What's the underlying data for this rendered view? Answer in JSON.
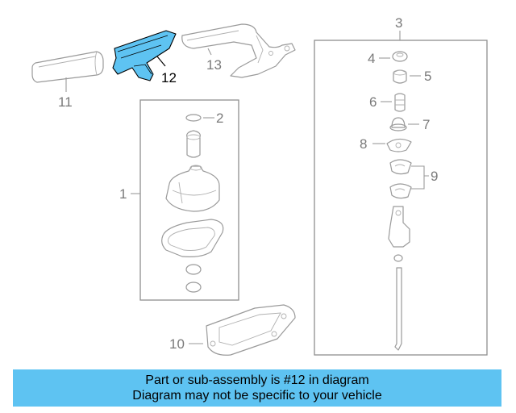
{
  "callouts": {
    "c1": "1",
    "c2": "2",
    "c3": "3",
    "c4": "4",
    "c5": "5",
    "c6": "6",
    "c7": "7",
    "c8": "8",
    "c9": "9",
    "c10": "10",
    "c11": "11",
    "c12": "12",
    "c13": "13"
  },
  "highlight": {
    "part": "12",
    "color": "#5ec3f2"
  },
  "banner": {
    "line1": "Part or sub-assembly is #12 in diagram",
    "line2": "Diagram may not be specific to your vehicle",
    "color": "#5ec3f2"
  }
}
